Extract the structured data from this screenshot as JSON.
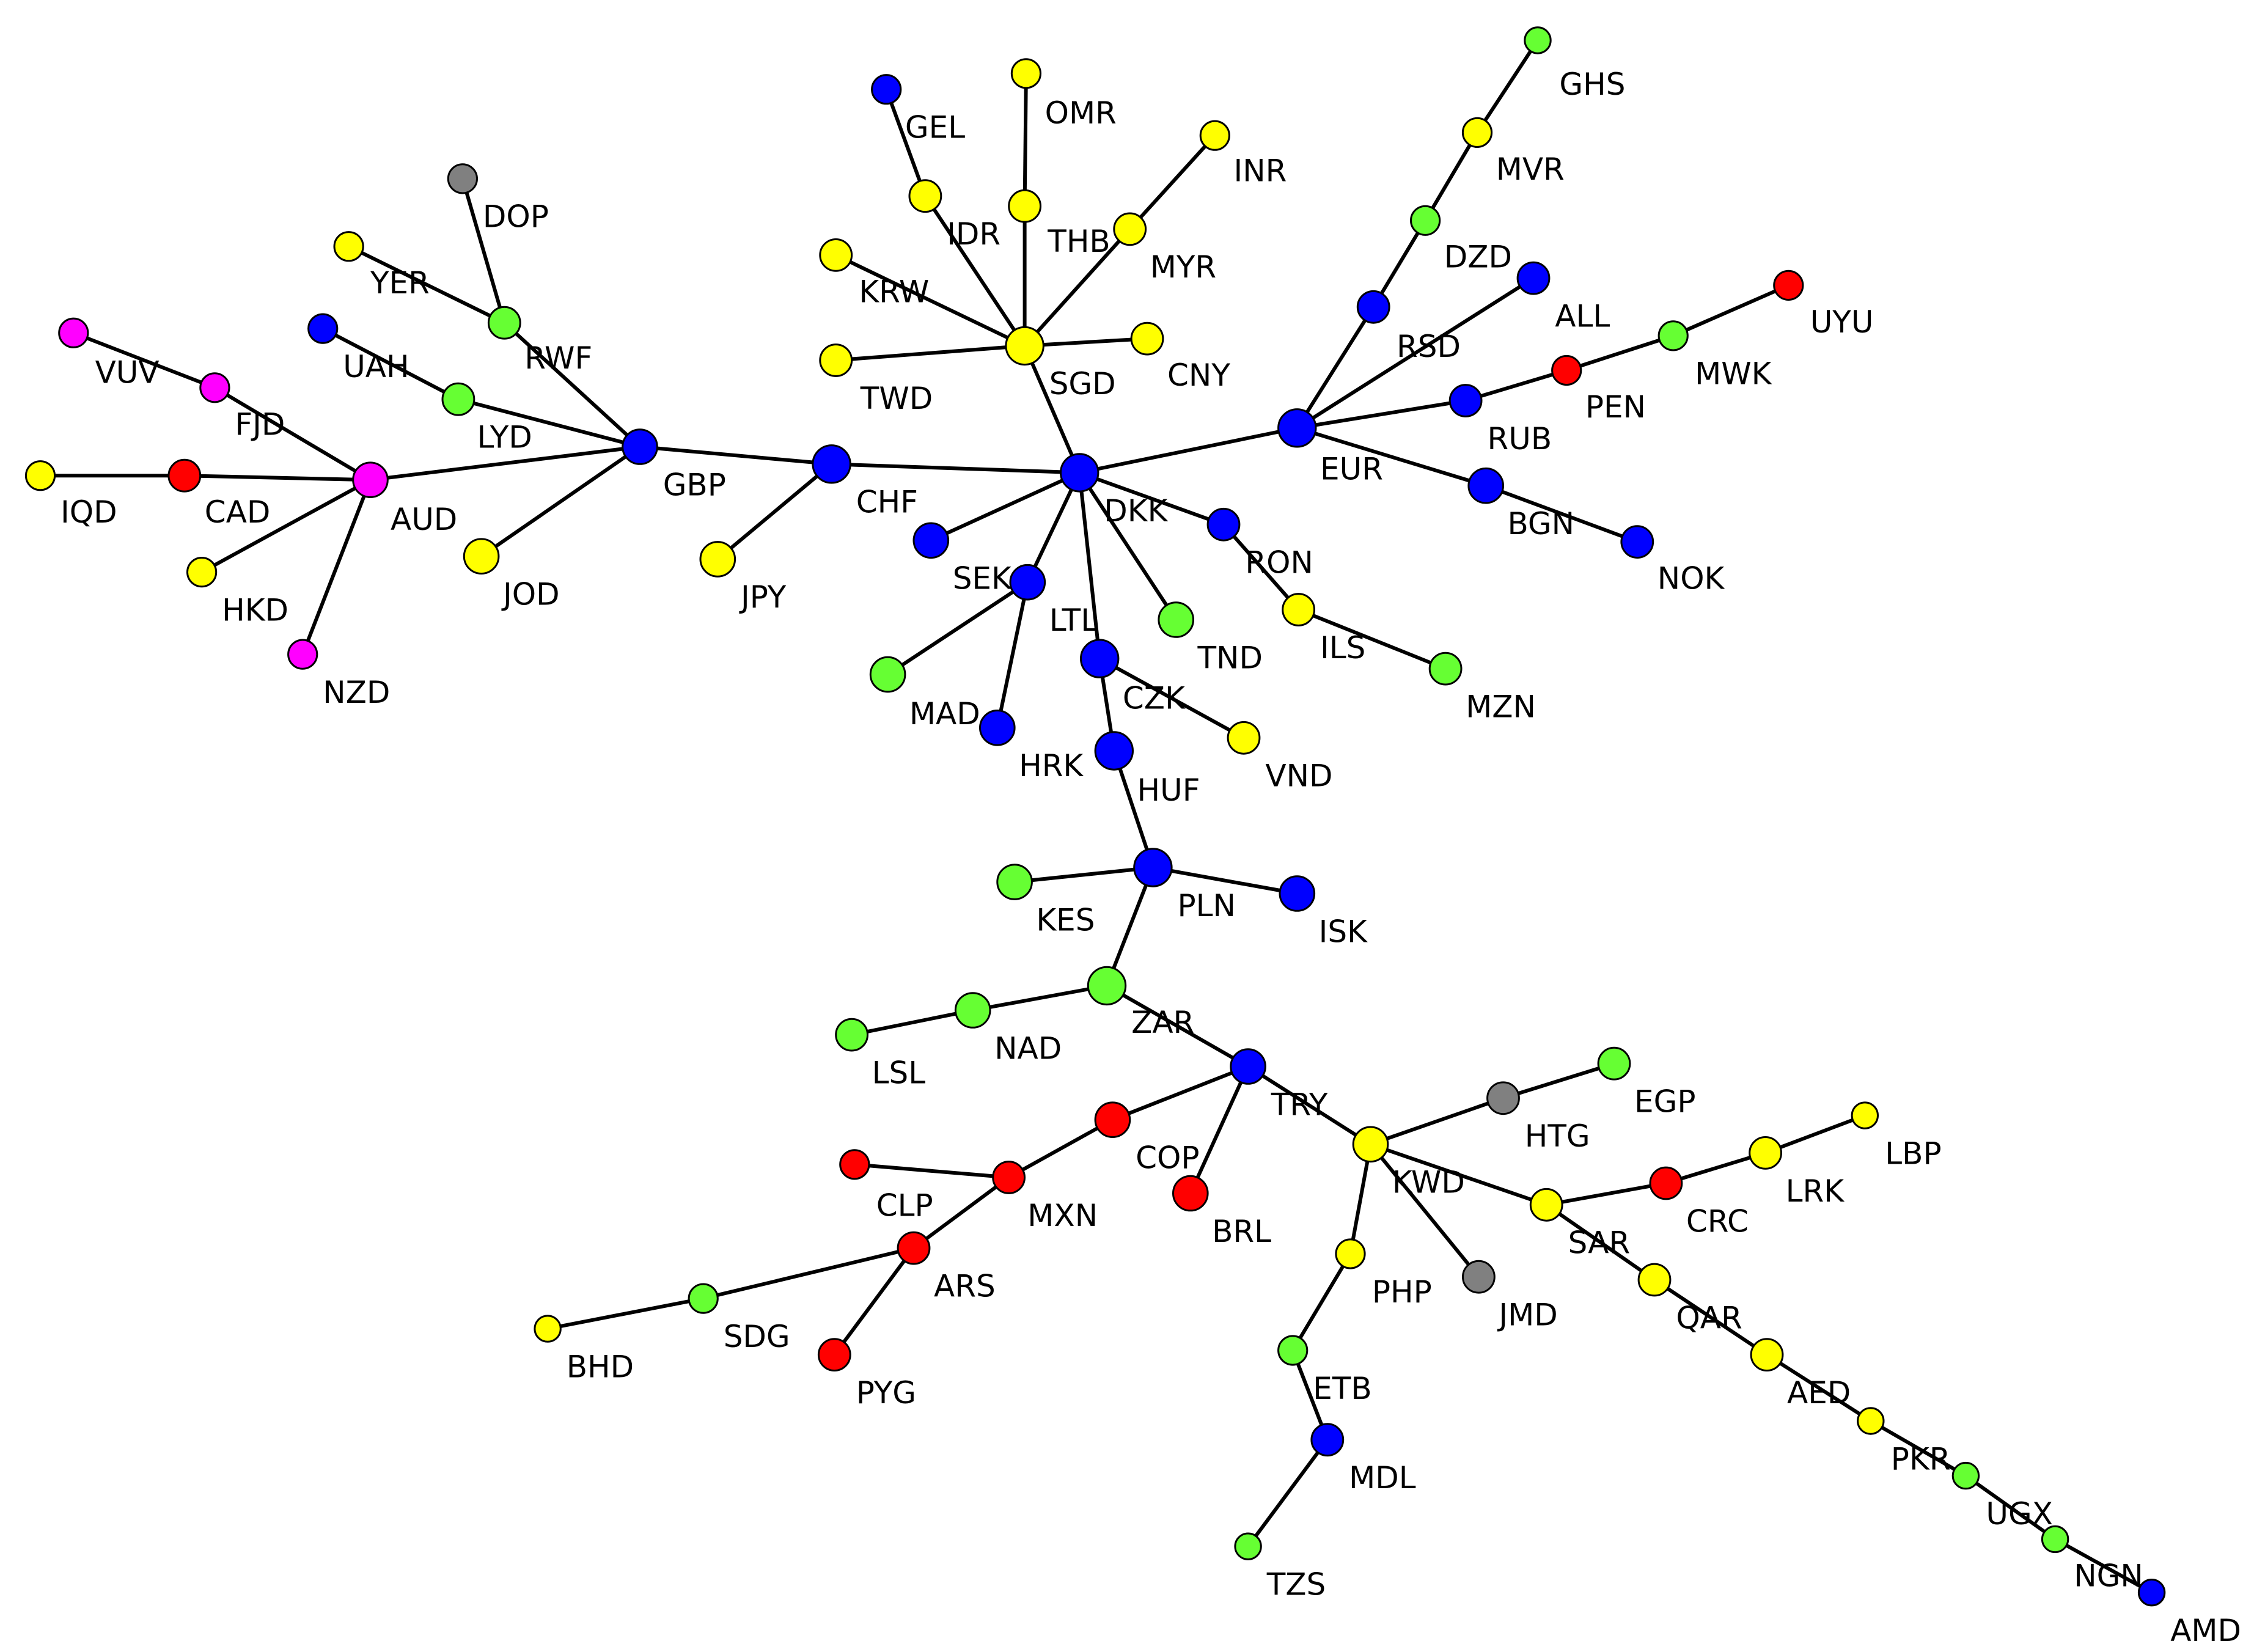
{
  "colors": {
    "blue": "#0000ff",
    "yellow": "#ffff00",
    "green": "#66ff33",
    "red": "#ff0000",
    "magenta": "#ff00ff",
    "gray": "#808080",
    "edge": "#000000"
  },
  "nodes": [
    {
      "id": "GHS",
      "color": "green"
    },
    {
      "id": "OMR",
      "color": "yellow"
    },
    {
      "id": "GEL",
      "color": "blue"
    },
    {
      "id": "INR",
      "color": "yellow"
    },
    {
      "id": "MVR",
      "color": "yellow"
    },
    {
      "id": "DOP",
      "color": "gray"
    },
    {
      "id": "IDR",
      "color": "yellow"
    },
    {
      "id": "THB",
      "color": "yellow"
    },
    {
      "id": "MYR",
      "color": "yellow"
    },
    {
      "id": "DZD",
      "color": "green"
    },
    {
      "id": "YER",
      "color": "yellow"
    },
    {
      "id": "KRW",
      "color": "yellow"
    },
    {
      "id": "ALL",
      "color": "blue"
    },
    {
      "id": "UYU",
      "color": "red"
    },
    {
      "id": "RWF",
      "color": "green"
    },
    {
      "id": "RSD",
      "color": "blue"
    },
    {
      "id": "VUV",
      "color": "magenta"
    },
    {
      "id": "UAH",
      "color": "blue"
    },
    {
      "id": "SGD",
      "color": "yellow"
    },
    {
      "id": "CNY",
      "color": "yellow"
    },
    {
      "id": "MWK",
      "color": "green"
    },
    {
      "id": "TWD",
      "color": "yellow"
    },
    {
      "id": "FJD",
      "color": "magenta"
    },
    {
      "id": "LYD",
      "color": "green"
    },
    {
      "id": "PEN",
      "color": "red"
    },
    {
      "id": "RUB",
      "color": "blue"
    },
    {
      "id": "EUR",
      "color": "blue"
    },
    {
      "id": "GBP",
      "color": "blue"
    },
    {
      "id": "IQD",
      "color": "yellow"
    },
    {
      "id": "CAD",
      "color": "red"
    },
    {
      "id": "AUD",
      "color": "magenta"
    },
    {
      "id": "CHF",
      "color": "blue"
    },
    {
      "id": "DKK",
      "color": "blue"
    },
    {
      "id": "BGN",
      "color": "blue"
    },
    {
      "id": "RON",
      "color": "blue"
    },
    {
      "id": "SEK",
      "color": "blue"
    },
    {
      "id": "JOD",
      "color": "yellow"
    },
    {
      "id": "HKD",
      "color": "yellow"
    },
    {
      "id": "JPY",
      "color": "yellow"
    },
    {
      "id": "NOK",
      "color": "blue"
    },
    {
      "id": "LTL",
      "color": "blue"
    },
    {
      "id": "ILS",
      "color": "yellow"
    },
    {
      "id": "TND",
      "color": "green"
    },
    {
      "id": "NZD",
      "color": "magenta"
    },
    {
      "id": "CZK",
      "color": "blue"
    },
    {
      "id": "MAD",
      "color": "green"
    },
    {
      "id": "MZN",
      "color": "green"
    },
    {
      "id": "HRK",
      "color": "blue"
    },
    {
      "id": "VND",
      "color": "yellow"
    },
    {
      "id": "HUF",
      "color": "blue"
    },
    {
      "id": "PLN",
      "color": "blue"
    },
    {
      "id": "KES",
      "color": "green"
    },
    {
      "id": "ISK",
      "color": "blue"
    },
    {
      "id": "ZAR",
      "color": "green"
    },
    {
      "id": "NAD",
      "color": "green"
    },
    {
      "id": "LSL",
      "color": "green"
    },
    {
      "id": "TRY",
      "color": "blue"
    },
    {
      "id": "EGP",
      "color": "green"
    },
    {
      "id": "HTG",
      "color": "gray"
    },
    {
      "id": "COP",
      "color": "red"
    },
    {
      "id": "LBP",
      "color": "yellow"
    },
    {
      "id": "KWD",
      "color": "yellow"
    },
    {
      "id": "LRK",
      "color": "yellow"
    },
    {
      "id": "CLP",
      "color": "red"
    },
    {
      "id": "MXN",
      "color": "red"
    },
    {
      "id": "CRC",
      "color": "red"
    },
    {
      "id": "BRL",
      "color": "red"
    },
    {
      "id": "SAR",
      "color": "yellow"
    },
    {
      "id": "ARS",
      "color": "red"
    },
    {
      "id": "PHP",
      "color": "yellow"
    },
    {
      "id": "QAR",
      "color": "yellow"
    },
    {
      "id": "JMD",
      "color": "gray"
    },
    {
      "id": "SDG",
      "color": "green"
    },
    {
      "id": "BHD",
      "color": "yellow"
    },
    {
      "id": "ETB",
      "color": "green"
    },
    {
      "id": "PYG",
      "color": "red"
    },
    {
      "id": "AED",
      "color": "yellow"
    },
    {
      "id": "PKR",
      "color": "yellow"
    },
    {
      "id": "MDL",
      "color": "blue"
    },
    {
      "id": "UGX",
      "color": "green"
    },
    {
      "id": "NGN",
      "color": "green"
    },
    {
      "id": "AMD",
      "color": "blue"
    },
    {
      "id": "TZS",
      "color": "green"
    }
  ],
  "edges": [
    [
      "GHS",
      "MVR"
    ],
    [
      "MVR",
      "DZD"
    ],
    [
      "DZD",
      "RSD"
    ],
    [
      "RSD",
      "EUR"
    ],
    [
      "ALL",
      "EUR"
    ],
    [
      "UYU",
      "MWK"
    ],
    [
      "MWK",
      "PEN"
    ],
    [
      "PEN",
      "RUB"
    ],
    [
      "RUB",
      "EUR"
    ],
    [
      "EUR",
      "DKK"
    ],
    [
      "EUR",
      "BGN"
    ],
    [
      "BGN",
      "NOK"
    ],
    [
      "GEL",
      "IDR"
    ],
    [
      "IDR",
      "SGD"
    ],
    [
      "OMR",
      "THB"
    ],
    [
      "THB",
      "SGD"
    ],
    [
      "INR",
      "MYR"
    ],
    [
      "MYR",
      "SGD"
    ],
    [
      "KRW",
      "SGD"
    ],
    [
      "TWD",
      "SGD"
    ],
    [
      "CNY",
      "SGD"
    ],
    [
      "SGD",
      "DKK"
    ],
    [
      "DOP",
      "RWF"
    ],
    [
      "YER",
      "RWF"
    ],
    [
      "RWF",
      "GBP"
    ],
    [
      "UAH",
      "LYD"
    ],
    [
      "LYD",
      "GBP"
    ],
    [
      "AUD",
      "GBP"
    ],
    [
      "JOD",
      "GBP"
    ],
    [
      "GBP",
      "CHF"
    ],
    [
      "VUV",
      "FJD"
    ],
    [
      "FJD",
      "AUD"
    ],
    [
      "IQD",
      "CAD"
    ],
    [
      "CAD",
      "AUD"
    ],
    [
      "HKD",
      "AUD"
    ],
    [
      "NZD",
      "AUD"
    ],
    [
      "CHF",
      "DKK"
    ],
    [
      "JPY",
      "CHF"
    ],
    [
      "SEK",
      "DKK"
    ],
    [
      "LTL",
      "DKK"
    ],
    [
      "TND",
      "DKK"
    ],
    [
      "RON",
      "DKK"
    ],
    [
      "CZK",
      "DKK"
    ],
    [
      "RON",
      "ILS"
    ],
    [
      "ILS",
      "MZN"
    ],
    [
      "MAD",
      "LTL"
    ],
    [
      "HRK",
      "LTL"
    ],
    [
      "CZK",
      "VND"
    ],
    [
      "CZK",
      "HUF"
    ],
    [
      "HUF",
      "PLN"
    ],
    [
      "PLN",
      "KES"
    ],
    [
      "PLN",
      "ISK"
    ],
    [
      "PLN",
      "ZAR"
    ],
    [
      "ZAR",
      "NAD"
    ],
    [
      "NAD",
      "LSL"
    ],
    [
      "ZAR",
      "TRY"
    ],
    [
      "TRY",
      "COP"
    ],
    [
      "COP",
      "MXN"
    ],
    [
      "CLP",
      "MXN"
    ],
    [
      "MXN",
      "ARS"
    ],
    [
      "ARS",
      "SDG"
    ],
    [
      "SDG",
      "BHD"
    ],
    [
      "ARS",
      "PYG"
    ],
    [
      "TRY",
      "BRL"
    ],
    [
      "TRY",
      "KWD"
    ],
    [
      "KWD",
      "HTG"
    ],
    [
      "HTG",
      "EGP"
    ],
    [
      "KWD",
      "SAR"
    ],
    [
      "SAR",
      "CRC"
    ],
    [
      "CRC",
      "LRK"
    ],
    [
      "LRK",
      "LBP"
    ],
    [
      "KWD",
      "JMD"
    ],
    [
      "KWD",
      "PHP"
    ],
    [
      "PHP",
      "ETB"
    ],
    [
      "ETB",
      "MDL"
    ],
    [
      "MDL",
      "TZS"
    ],
    [
      "SAR",
      "QAR"
    ],
    [
      "QAR",
      "AED"
    ],
    [
      "AED",
      "PKR"
    ],
    [
      "PKR",
      "UGX"
    ],
    [
      "UGX",
      "NGN"
    ],
    [
      "NGN",
      "AMD"
    ]
  ]
}
